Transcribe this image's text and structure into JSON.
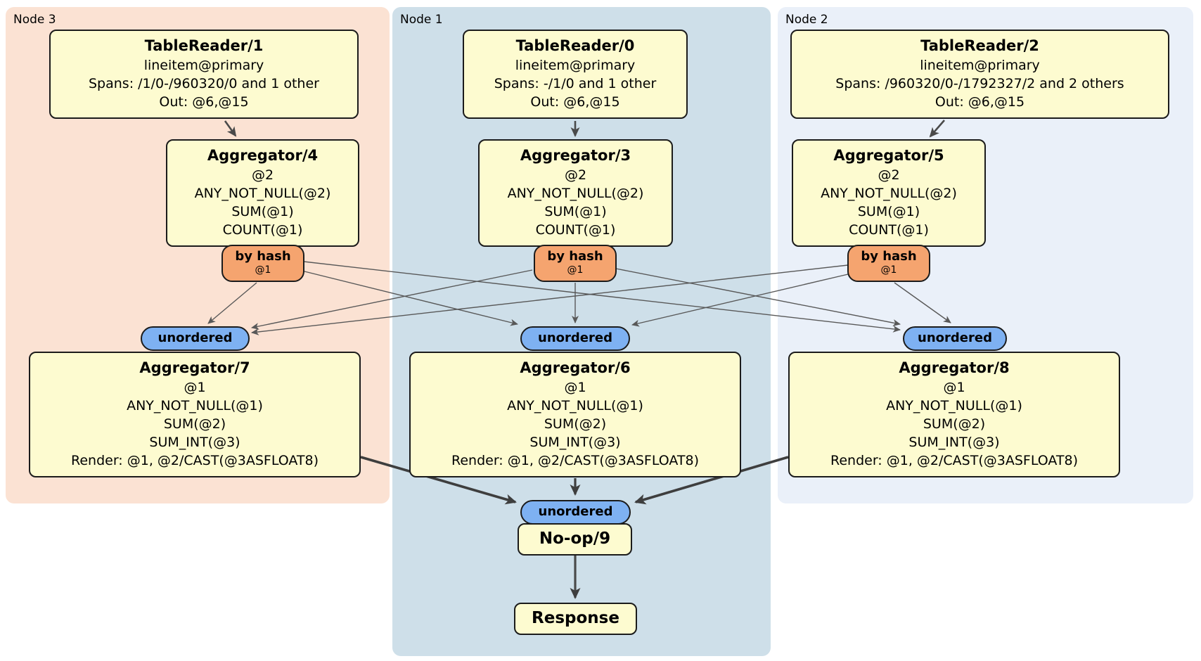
{
  "panels": [
    {
      "label": "Node 3"
    },
    {
      "label": "Node 1"
    },
    {
      "label": "Node 2"
    }
  ],
  "badges": {
    "router": {
      "label": "by hash",
      "detail": "@1"
    },
    "stream": {
      "label": "unordered"
    }
  },
  "nodes": {
    "tr1": {
      "title": "TableReader/1",
      "lines": [
        "lineitem@primary",
        "Spans: /1/0-/960320/0 and 1 other",
        "Out: @6,@15"
      ]
    },
    "tr0": {
      "title": "TableReader/0",
      "lines": [
        "lineitem@primary",
        "Spans: -/1/0 and 1 other",
        "Out: @6,@15"
      ]
    },
    "tr2": {
      "title": "TableReader/2",
      "lines": [
        "lineitem@primary",
        "Spans: /960320/0-/1792327/2 and 2 others",
        "Out: @6,@15"
      ]
    },
    "agg4": {
      "title": "Aggregator/4",
      "lines": [
        "@2",
        "ANY_NOT_NULL(@2)",
        "SUM(@1)",
        "COUNT(@1)"
      ]
    },
    "agg3": {
      "title": "Aggregator/3",
      "lines": [
        "@2",
        "ANY_NOT_NULL(@2)",
        "SUM(@1)",
        "COUNT(@1)"
      ]
    },
    "agg5": {
      "title": "Aggregator/5",
      "lines": [
        "@2",
        "ANY_NOT_NULL(@2)",
        "SUM(@1)",
        "COUNT(@1)"
      ]
    },
    "agg7": {
      "title": "Aggregator/7",
      "lines": [
        "@1",
        "ANY_NOT_NULL(@1)",
        "SUM(@2)",
        "SUM_INT(@3)",
        "Render: @1, @2/CAST(@3ASFLOAT8)"
      ]
    },
    "agg6": {
      "title": "Aggregator/6",
      "lines": [
        "@1",
        "ANY_NOT_NULL(@1)",
        "SUM(@2)",
        "SUM_INT(@3)",
        "Render: @1, @2/CAST(@3ASFLOAT8)"
      ]
    },
    "agg8": {
      "title": "Aggregator/8",
      "lines": [
        "@1",
        "ANY_NOT_NULL(@1)",
        "SUM(@2)",
        "SUM_INT(@3)",
        "Render: @1, @2/CAST(@3ASFLOAT8)"
      ]
    },
    "noop": {
      "title": "No-op/9"
    },
    "response": {
      "title": "Response"
    }
  },
  "colors": {
    "panel_node3": "#FBE2D3",
    "panel_node1": "#CEDFE9",
    "panel_node2": "#EAF0F9",
    "node_box_fill": "#FDFBD0",
    "router_badge_fill": "#F5A46F",
    "stream_badge_fill": "#7EB1F2",
    "edge": "#585858",
    "edge_thick": "#3e3e3e",
    "border": "#1b1b1b"
  }
}
